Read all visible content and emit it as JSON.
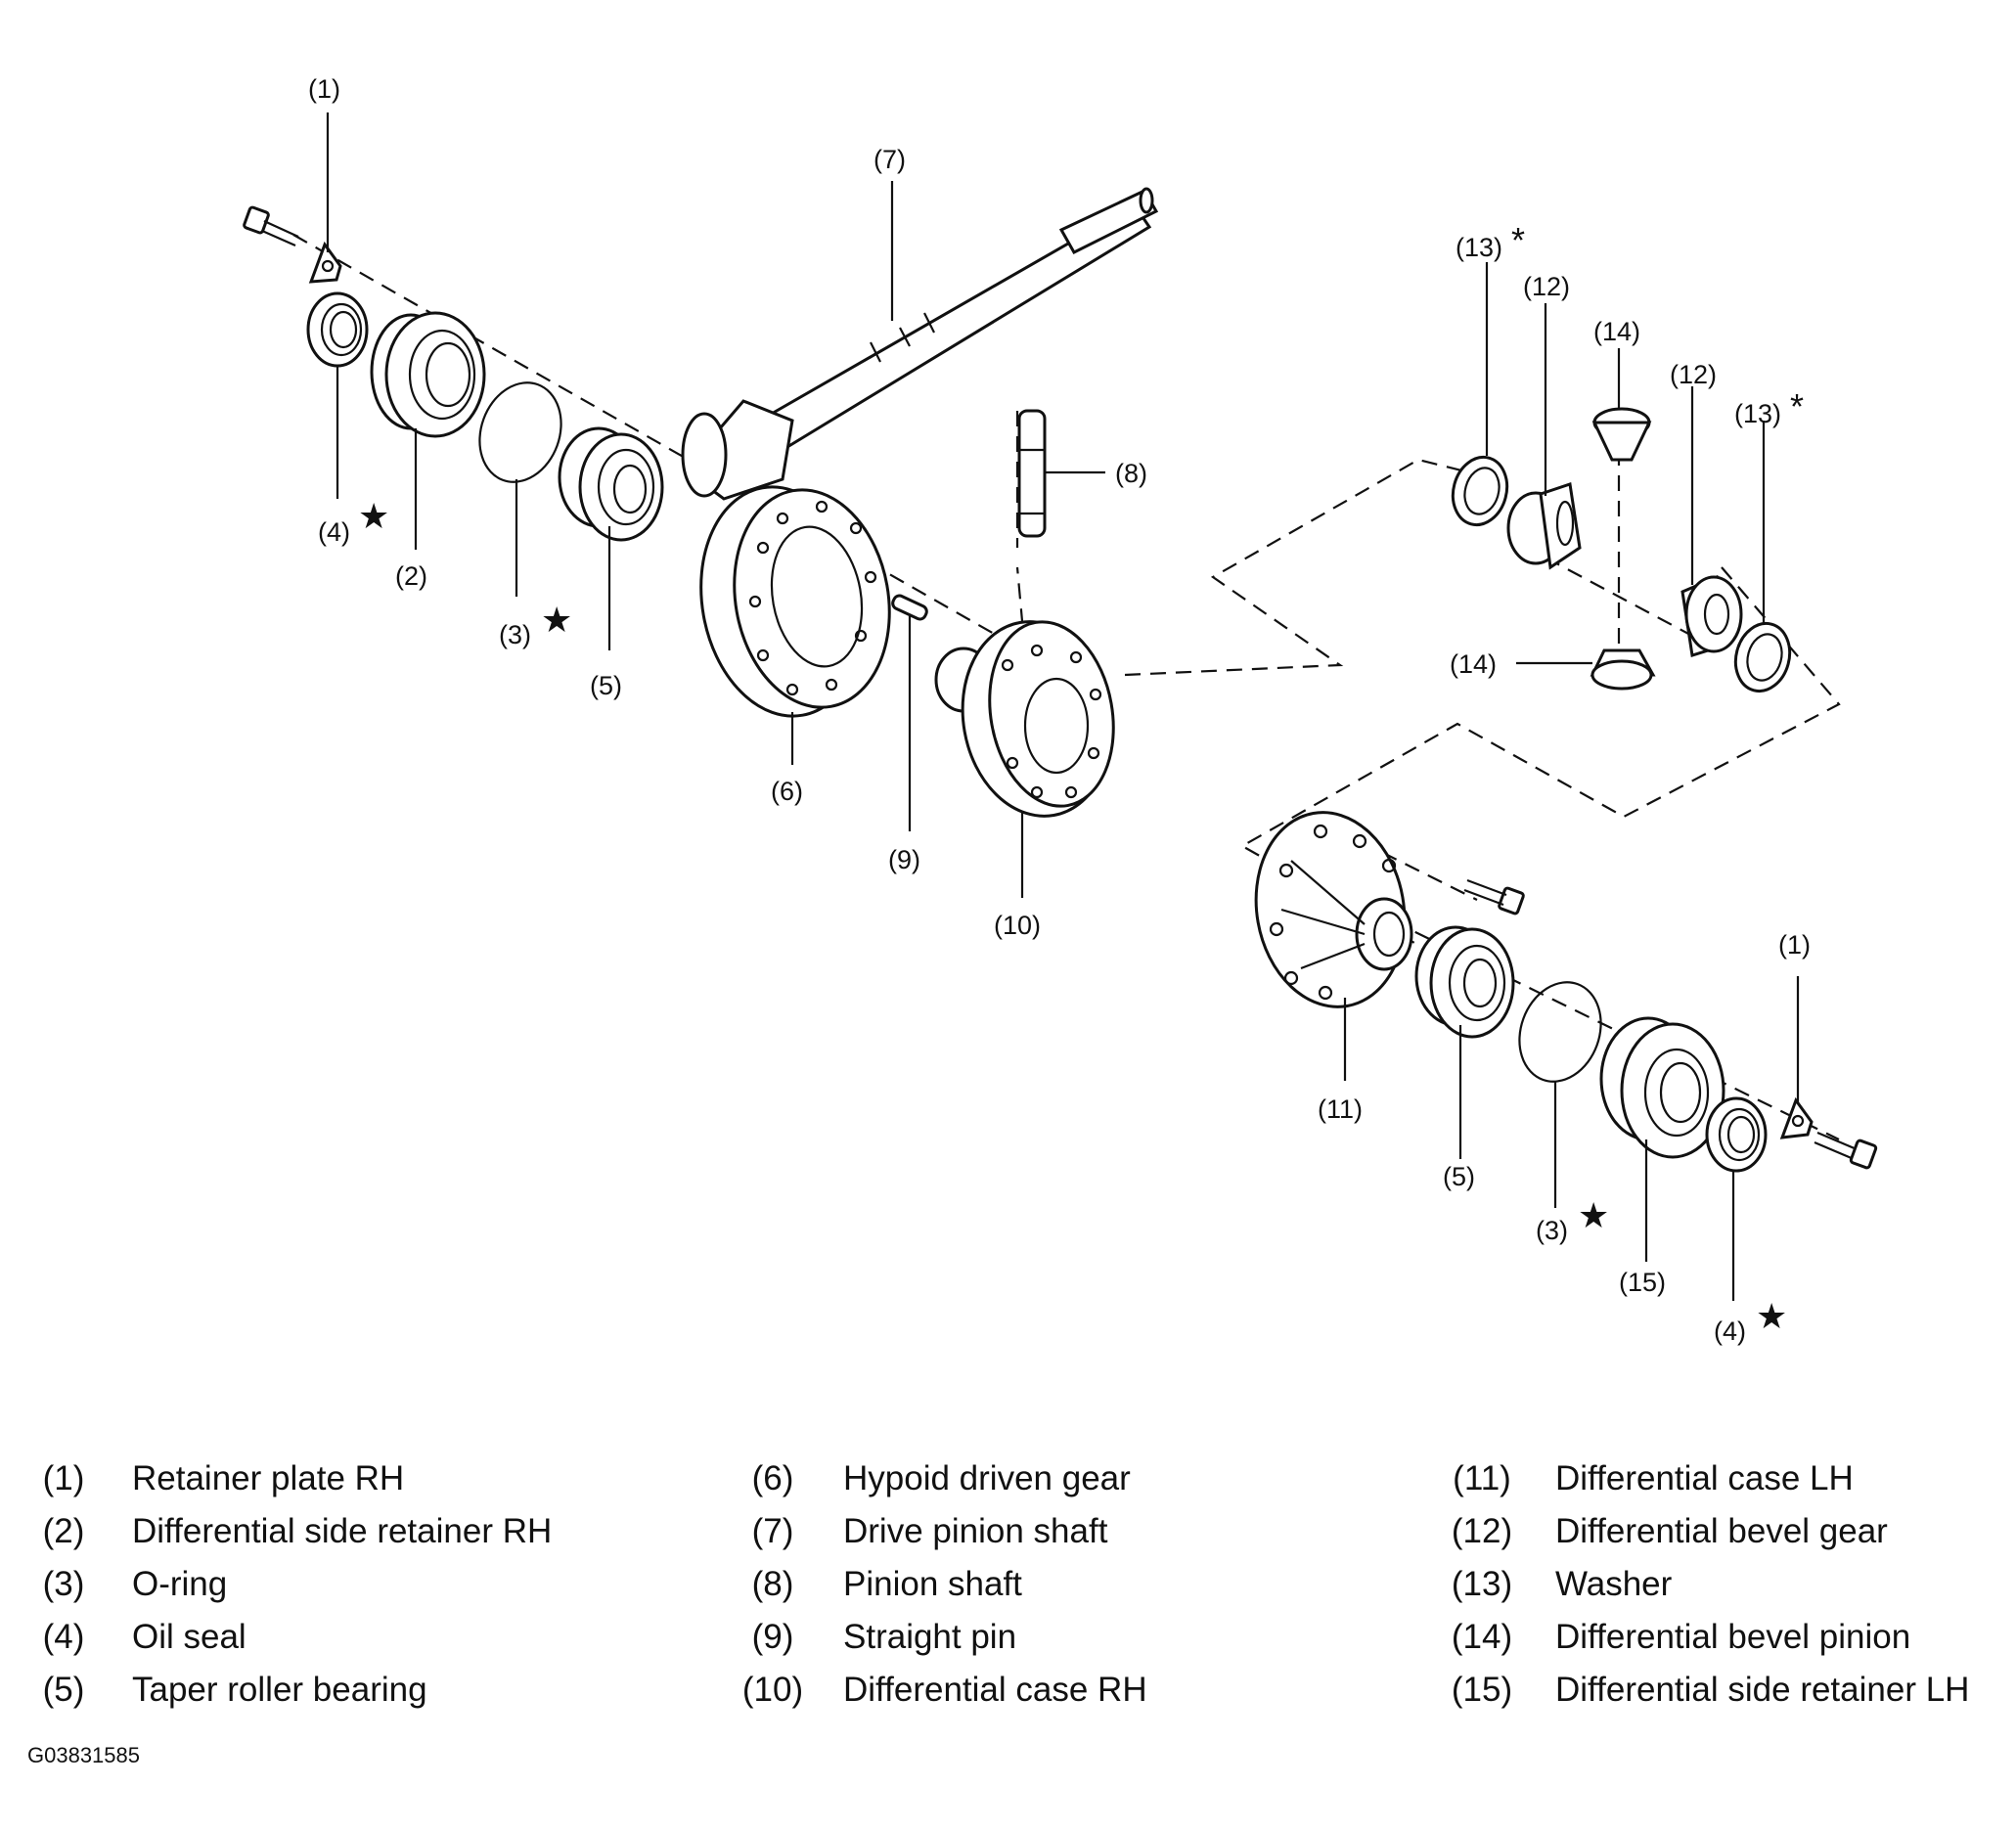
{
  "callouts": {
    "c1a": "(1)",
    "c1b": "(1)",
    "c2": "(2)",
    "c3a": "(3)",
    "c3b": "(3)",
    "c4a": "(4)",
    "c4b": "(4)",
    "c5a": "(5)",
    "c5b": "(5)",
    "c6": "(6)",
    "c7": "(7)",
    "c8": "(8)",
    "c9": "(9)",
    "c10": "(10)",
    "c11": "(11)",
    "c12a": "(12)",
    "c12b": "(12)",
    "c13a": "(13)",
    "c13b": "(13)",
    "c14a": "(14)",
    "c14b": "(14)",
    "c15": "(15)"
  },
  "marks": {
    "star": "★",
    "asterisk": "*"
  },
  "legend": [
    {
      "num": "(1)",
      "name": "Retainer plate RH"
    },
    {
      "num": "(2)",
      "name": "Differential side retainer RH"
    },
    {
      "num": "(3)",
      "name": "O-ring"
    },
    {
      "num": "(4)",
      "name": "Oil seal"
    },
    {
      "num": "(5)",
      "name": "Taper roller bearing"
    },
    {
      "num": "(6)",
      "name": "Hypoid driven gear"
    },
    {
      "num": "(7)",
      "name": "Drive pinion shaft"
    },
    {
      "num": "(8)",
      "name": "Pinion shaft"
    },
    {
      "num": "(9)",
      "name": "Straight pin"
    },
    {
      "num": "(10)",
      "name": "Differential case RH"
    },
    {
      "num": "(11)",
      "name": "Differential case LH"
    },
    {
      "num": "(12)",
      "name": "Differential bevel gear"
    },
    {
      "num": "(13)",
      "name": "Washer"
    },
    {
      "num": "(14)",
      "name": "Differential bevel pinion"
    },
    {
      "num": "(15)",
      "name": "Differential side retainer LH"
    }
  ],
  "figure_code": "G03831585"
}
